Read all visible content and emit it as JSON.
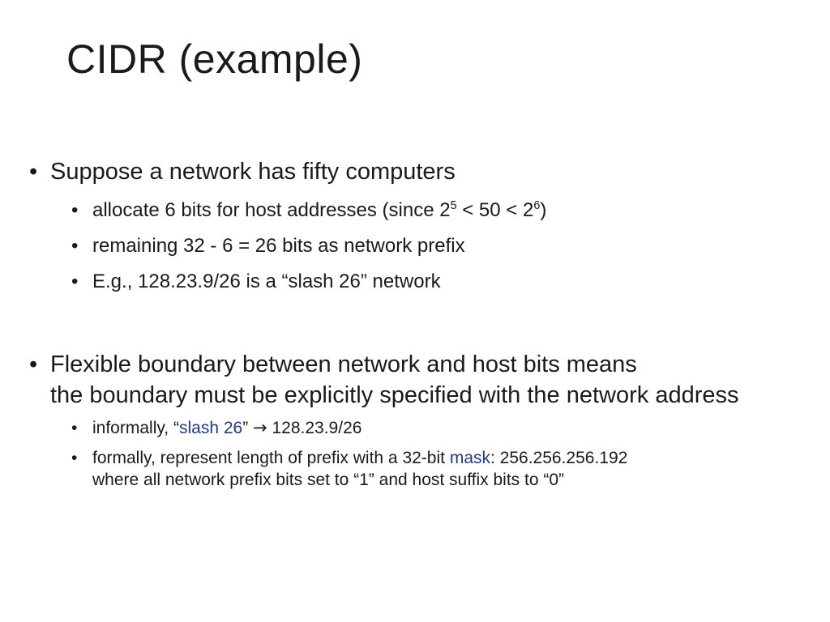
{
  "title": "CIDR (example)",
  "bullets": {
    "b1": {
      "text": "Suppose a network has fifty computers",
      "sub1": {
        "pre": "allocate 6 bits for host addresses  (since 2",
        "exp1": "5",
        "mid": " < 50 < 2",
        "exp2": "6",
        "post": ")"
      },
      "sub2": "remaining 32 - 6 = 26 bits as network prefix",
      "sub3": "E.g., 128.23.9/26 is a “slash 26” network"
    },
    "b2": {
      "line1": "Flexible boundary between network and host bits means",
      "line2": "the boundary must be explicitly specified with the network address",
      "sub1": {
        "pre": "informally, “",
        "accent": "slash 26",
        "post": "”",
        "arrow": "→",
        "value": "128.23.9/26"
      },
      "sub2": {
        "pre": "formally, represent length of prefix with a 32-bit ",
        "accent": "mask",
        "post": ": 256.256.256.192",
        "line2": "where all network prefix bits set to “1” and host suffix bits to “0”"
      }
    }
  },
  "bullet_glyph": "•",
  "colors": {
    "text": "#1a1a1a",
    "accent": "#1f3a93",
    "background": "#ffffff"
  }
}
